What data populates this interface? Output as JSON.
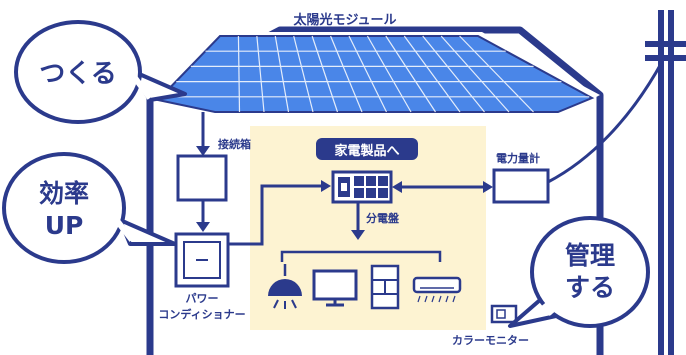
{
  "labels": {
    "solar_module": "太陽光モジュール",
    "junction_box": "接続箱",
    "home_appliances": "家電製品へ",
    "power_meter": "電力量計",
    "distribution_board": "分電盤",
    "power_conditioner_line1": "パワー",
    "power_conditioner_line2": "コンディショナー",
    "color_monitor": "カラーモニター"
  },
  "bubbles": {
    "create": "つくる",
    "efficiency_line1": "効率",
    "efficiency_line2": "UP",
    "manage_line1": "管理",
    "manage_line2": "する"
  },
  "colors": {
    "navy": "#2b3a8c",
    "panel_blue": "#4a86e8",
    "appliance_bg": "#fdf3d2",
    "white": "#ffffff"
  }
}
